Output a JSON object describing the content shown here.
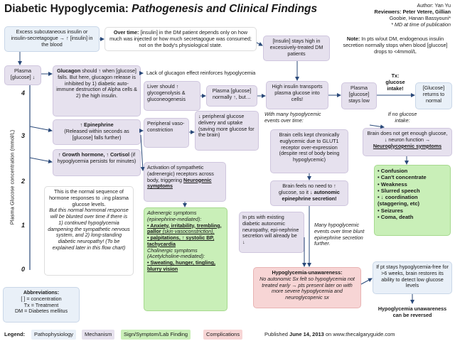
{
  "title": {
    "main": "Diabetic Hypoglycemia:",
    "sub": "Pathogenesis and Clinical Findings"
  },
  "authors": {
    "line1": "Author: Yan Yu",
    "line2": "Reviewers: Peter Vetere, Gillian",
    "line3": "Goobie, Hanan Bassyouni*",
    "line4": "* MD at time of publication"
  },
  "y_axis": {
    "label": "Plasma Glucose concentration (mmol/L)",
    "ticks": [
      "4",
      "3",
      "2",
      "1",
      "0"
    ]
  },
  "boxes": {
    "excess": "Excess subcutaneous insulin or insulin-secretagogue → ↑ [insulin] in the blood",
    "overtime_b": "Over time:",
    "overtime": "[insulin] in the DM patient depends only on how much was injected or how much secretagogue was consumed; not on the body's physiological state.",
    "insulin_high": "[Insulin] stays high in excessively-treated DM patients",
    "note_b": "Note:",
    "note": "In pts w/out DM, endogenous insulin secretion normally stops when blood [glucose] drops to <4mmol/L",
    "plasma_down": "Plasma [glucose] ↓",
    "glucagon_b": "Glucagon",
    "glucagon": "should ↑ when [glucose] falls. But here, glucagon release is inhibited by 1) diabetic auto-immune destruction of Alpha cells & 2) the high insulin.",
    "lack_glucagon": "Lack of glucagon effect reinforces hypoglycemia",
    "liver": "Liver should ↑ glycogenolysis & gluconeogenesis",
    "plasma_normal": "Plasma [glucose] normally ↑, but…",
    "high_insulin": "High insulin transports plasma glucose into cells!",
    "plasma_low": "Plasma [glucose] stays low",
    "tx_title": "Tx: glucose intake!",
    "returns_normal": "[Glucose] returns to normal",
    "no_glucose": "If no glucose intake:",
    "epi_b": "↑ Epinephrine",
    "epi": "(Released within seconds as [glucose] falls further)",
    "peripheral": "Peripheral vaso-constriction",
    "reduced_delivery": "↓ peripheral glucose delivery and uptake (saving more glucose for the brain)",
    "hypo_events": "With many hypoglycemic events over time:",
    "brain_cells": "Brain cells kept chronically euglycemic due to GLUT1 receptor over-expression (despite rest of body being hypoglycemic)",
    "brain_not_enough": "Brain does not get enough glucose, ↓ neuron function →",
    "neuro_title": "Neuroglycopenic symptoms",
    "gh_b": "↑ Growth hormone, ↑ Cortisol",
    "gh": "(if hypoglycemia persists for minutes)",
    "sympathetic": "Activation of sympathetic (adrenergic) receptors across body, triggering",
    "neuro_link": "Neurogenic symptoms",
    "brain_no_need": "Brain feels no need to ↑ glucose, so it",
    "auto_epi": "↓ autonomic epinephrine secretion!",
    "normal_seq": "This is the normal sequence of hormone responses to ↓ing plasma glucose levels.",
    "normal_seq_i": "But this normal hormonal response will be blunted over time if there is 1) continued hypoglycemia dampening the sympathetic nervous system, and 2) long-standing diabetic neuropathy! (To be explained later in this flow chart)",
    "adrenergic_h": "Adrenergic symptoms (epinephrine-mediated):",
    "cholinergic_h": "Cholinergic symptoms (Acetylcholine-mediated):",
    "pts_neuro": "In pts with existing diabetic autonomic neuropathy, epi-nephrine secretion will already be ↓",
    "many_hypo": "Many hypoglycemic events over time blunt epinephrine secretion further.",
    "unaware_title": "Hypoglycemia-unawareness:",
    "unaware_text": "No autonomic Sx felt so hypoglycemia not treated early → pts present later on with more severe hypoglycemia and neuroglycopenic sx",
    "reversed_text": "If pt stays hypoglycemia-free for >6 weeks, brain restores its ability to detect low glucose levels",
    "reversed_title": "Hypoglycemia unawareness can be reversed",
    "abbr_title": "Abbreviations:",
    "abbr1": "[ ] = concentration",
    "abbr2": "Tx = Treatment",
    "abbr3": "DM = Diabetes mellitus"
  },
  "adrenergic_items": [
    "Anxiety, irritability, trembling, pallor",
    "palpitations, ↑ systolic BP, tachycardia"
  ],
  "adrenergic_note": "(skin vasoconstriction),",
  "cholinergic_items": [
    "Sweating, hunger, tingling, blurry vision"
  ],
  "neuro_items": [
    "Confusion",
    "Can't concentrate",
    "Weakness",
    "Slurred speech",
    "↓ coordination (staggering, etc)",
    "Seizures",
    "Coma, death"
  ],
  "legend": {
    "label": "Legend:",
    "items": [
      "Pathophysiology",
      "Mechanism",
      "Sign/Symptom/Lab Finding",
      "Complications"
    ],
    "colors": [
      "#e9f0f8",
      "#e6e1ee",
      "#c9efb8",
      "#f7d5d5"
    ],
    "published_pre": "Published",
    "published_date": "June 14, 2013",
    "published_post": "on www.thecalgaryguide.com"
  },
  "colors": {
    "arrow": "#2b4a7a"
  }
}
